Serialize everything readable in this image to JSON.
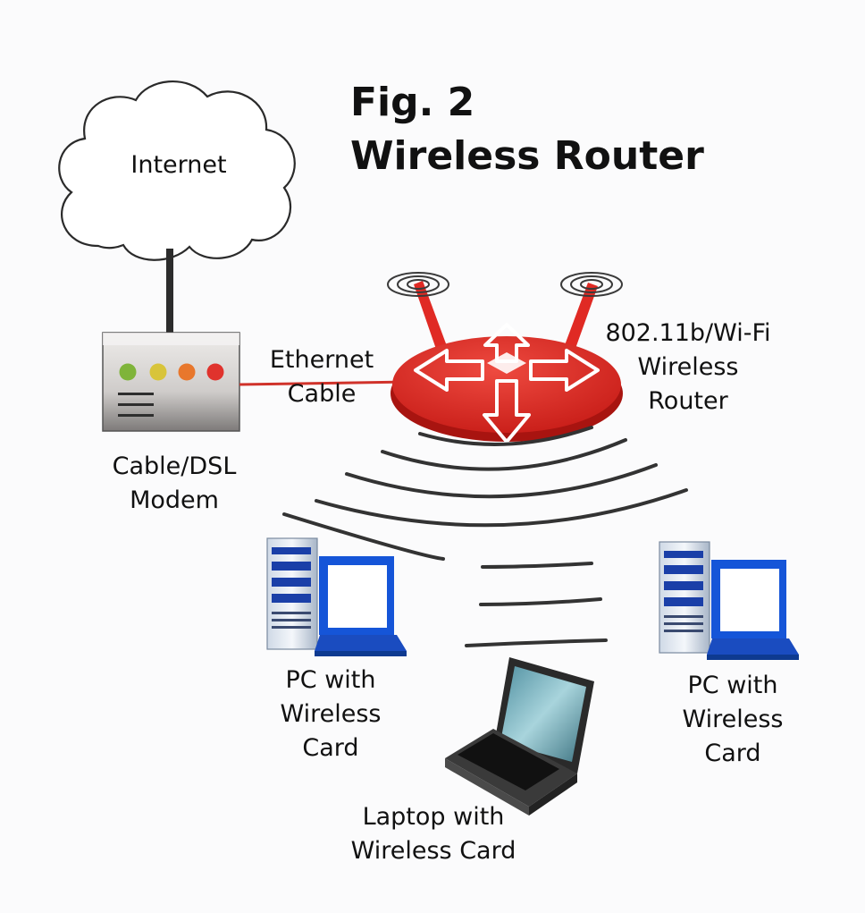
{
  "title": {
    "line1": "Fig. 2",
    "line2": "Wireless Router"
  },
  "nodes": {
    "internet": "Internet",
    "modem": [
      "Cable/DSL",
      "Modem"
    ],
    "ethernet": [
      "Ethernet",
      "Cable"
    ],
    "router": [
      "802.11b/Wi-Fi",
      "Wireless",
      "Router"
    ],
    "pc_left": [
      "PC with",
      "Wireless",
      "Card"
    ],
    "pc_right": [
      "PC with",
      "Wireless",
      "Card"
    ],
    "laptop": [
      "Laptop with",
      "Wireless Card"
    ]
  },
  "colors": {
    "router_red": "#e02a24",
    "cable_red": "#d0322a",
    "pc_blue": "#1555d8",
    "led_green": "#7fb43a",
    "led_yellow": "#d8c43a",
    "led_orange": "#e8772c",
    "led_red": "#e0332d"
  }
}
